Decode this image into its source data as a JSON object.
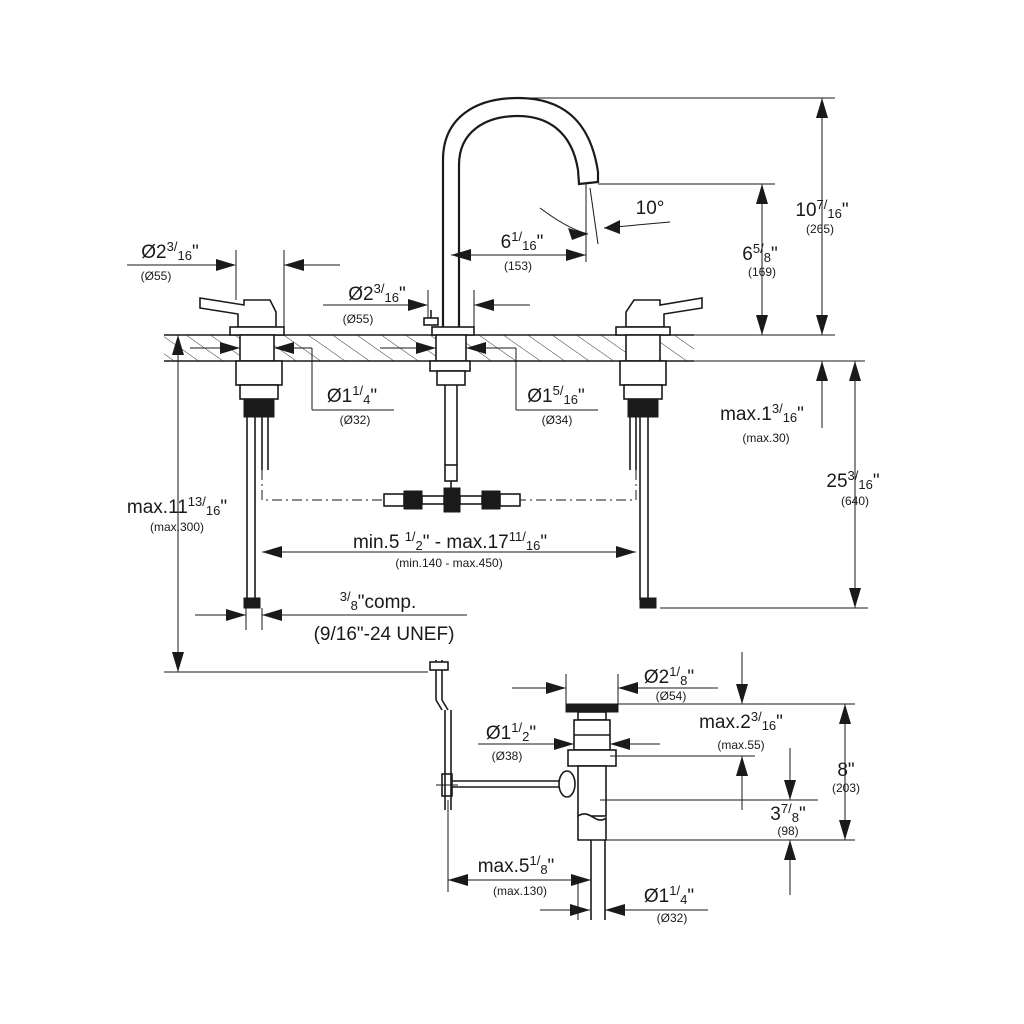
{
  "dims": [
    {
      "id": "spout-width",
      "main": "Ø2",
      "num": "3",
      "den": "16",
      "end": "\"",
      "sub": "(Ø55)"
    },
    {
      "id": "handle-width",
      "main": "Ø2",
      "num": "3",
      "den": "16",
      "end": "\"",
      "sub": "(Ø55)"
    },
    {
      "id": "spout-reach",
      "main": "6",
      "num": "1",
      "den": "16",
      "end": "\"",
      "sub": "(153)"
    },
    {
      "id": "spout-angle",
      "main": "10°",
      "num": "",
      "den": "",
      "end": "",
      "sub": ""
    },
    {
      "id": "spout-height",
      "main": "6",
      "num": "5",
      "den": "8",
      "end": "\"",
      "sub": "(169)"
    },
    {
      "id": "total-height",
      "main": "10",
      "num": "7",
      "den": "16",
      "end": "\"",
      "sub": "(265)"
    },
    {
      "id": "hole-left",
      "main": "Ø1",
      "num": "1",
      "den": "4",
      "end": "\"",
      "sub": "(Ø32)"
    },
    {
      "id": "hole-right",
      "main": "Ø1",
      "num": "5",
      "den": "16",
      "end": "\"",
      "sub": "(Ø34)"
    },
    {
      "id": "max-deck",
      "main": "max.1",
      "num": "3",
      "den": "16",
      "end": "\"",
      "sub": "(max.30)"
    },
    {
      "id": "hose-length",
      "main": "25",
      "num": "3",
      "den": "16",
      "end": "\"",
      "sub": "(640)"
    },
    {
      "id": "max-depth",
      "main": "max.11",
      "num": "13",
      "den": "16",
      "end": "\"",
      "sub": "(max.300)"
    },
    {
      "id": "center-spread",
      "main": "min.5 ",
      "num": "1",
      "den": "2",
      "end": "\" - max.17",
      "num2": "11",
      "den2": "16",
      "end2": "\"",
      "sub": "(min.140 - max.450)"
    },
    {
      "id": "connection",
      "main": "",
      "num": "3",
      "den": "8",
      "end": "\"comp.",
      "sub": "(9/16\"-24 UNEF)"
    },
    {
      "id": "drain-flange",
      "main": "Ø2",
      "num": "1",
      "den": "8",
      "end": "\"",
      "sub": "(Ø54)"
    },
    {
      "id": "drain-max",
      "main": "max.2",
      "num": "3",
      "den": "16",
      "end": "\"",
      "sub": "(max.55)"
    },
    {
      "id": "drain-body",
      "main": "Ø1",
      "num": "1",
      "den": "2",
      "end": "\"",
      "sub": "(Ø38)"
    },
    {
      "id": "drain-length",
      "main": "8",
      "num": "",
      "den": "",
      "end": "\"",
      "sub": "(203)"
    },
    {
      "id": "drain-rod",
      "main": "3",
      "num": "7",
      "den": "8",
      "end": "\"",
      "sub": "(98)"
    },
    {
      "id": "rod-reach",
      "main": "max.5",
      "num": "1",
      "den": "8",
      "end": "\"",
      "sub": "(max.130)"
    },
    {
      "id": "drain-outlet",
      "main": "Ø1",
      "num": "1",
      "den": "4",
      "end": "\"",
      "sub": "(Ø32)"
    }
  ]
}
